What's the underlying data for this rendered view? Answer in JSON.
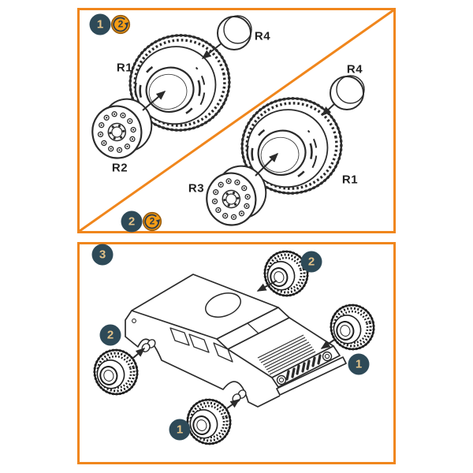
{
  "document_type": "model-kit-wheel-assembly-instructions",
  "colors": {
    "accent_orange": "#F0861C",
    "step_badge_background": "#2E4A58",
    "step_badge_text": "#E3C389",
    "quantity_badge_background": "#F49C15",
    "quantity_badge_glyph": "#2E3B4A",
    "line_art": "#2B2B2B",
    "background": "#FFFFFF"
  },
  "top_panel": {
    "assembly_1": {
      "step_number": "1",
      "quantity": "2",
      "tire_label": "R1",
      "hub_label": "R2",
      "cap_label": "R4"
    },
    "assembly_2": {
      "step_number": "2",
      "quantity": "2",
      "tire_label": "R1",
      "hub_label": "R3",
      "cap_label": "R4"
    }
  },
  "bottom_panel": {
    "step_number": "3",
    "wheel_callouts": [
      {
        "id": "rear-right-wheel",
        "label": "2"
      },
      {
        "id": "front-right-wheel",
        "label": "1"
      },
      {
        "id": "front-left-wheel",
        "label": "1"
      },
      {
        "id": "rear-left-wheel",
        "label": "2"
      }
    ]
  }
}
